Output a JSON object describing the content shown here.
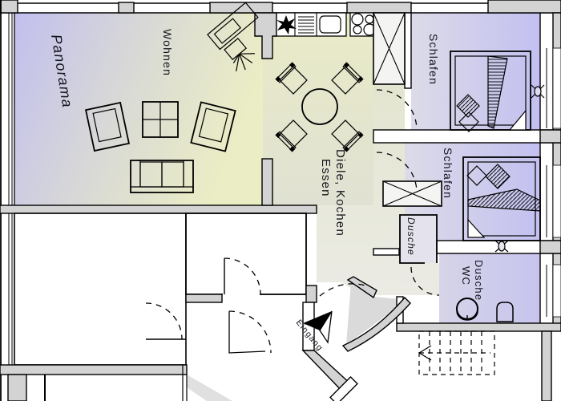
{
  "plan": {
    "labels": {
      "panorama": "Panorama",
      "living_room": "Wohnen",
      "bedroom_top": "Schlafen",
      "bedroom_middle": "Schlafen",
      "kitchen_line1": "Diele, Kochen",
      "kitchen_line2": "Essen",
      "shower_small": "Dusche",
      "bathroom_line1": "Dusche",
      "bathroom_line2": "WC",
      "entrance": "Eingang"
    },
    "colors": {
      "accent_purple": "#c3c0f0",
      "accent_yellow": "#eaecc6",
      "wall_gray": "#d3d3d3",
      "outline_black": "#000000",
      "text_dark": "#14141e",
      "shadow_gray": "#dadada"
    },
    "symbols": [
      "bed",
      "wardrobe",
      "sofa",
      "armchair",
      "coffee-table",
      "dining-table",
      "dining-chair",
      "office-desk-chair",
      "kitchen-sink",
      "stove",
      "dishwasher",
      "toilet",
      "washbasin",
      "shower",
      "stairs",
      "door-swing",
      "entrance-arrow",
      "radiator-valve",
      "window",
      "wall"
    ]
  }
}
